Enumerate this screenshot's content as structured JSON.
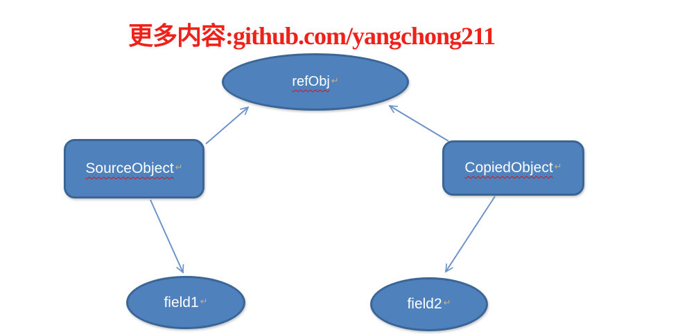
{
  "header": {
    "promo_text": "更多内容:github.com/yangchong211"
  },
  "colors": {
    "shape_fill": "#4f81bd",
    "shape_border": "#3a6597",
    "arrow": "#6d93c8",
    "promo_red": "#ee221b",
    "spellcheck_squiggle": "#cf1616",
    "return_mark": "#c4b089"
  },
  "marks": {
    "return_mark": "↵"
  },
  "nodes": {
    "refobj": {
      "label": "refObj",
      "shape": "ellipse"
    },
    "source": {
      "label": "SourceObject",
      "shape": "rounded-rect"
    },
    "copied": {
      "label": "CopiedObject",
      "shape": "rounded-rect"
    },
    "field1": {
      "label": "field1",
      "shape": "ellipse"
    },
    "field2": {
      "label": "field2",
      "shape": "ellipse"
    }
  },
  "edges": [
    {
      "from": "SourceObject",
      "to": "refObj"
    },
    {
      "from": "CopiedObject",
      "to": "refObj"
    },
    {
      "from": "SourceObject",
      "to": "field1"
    },
    {
      "from": "CopiedObject",
      "to": "field2"
    }
  ]
}
